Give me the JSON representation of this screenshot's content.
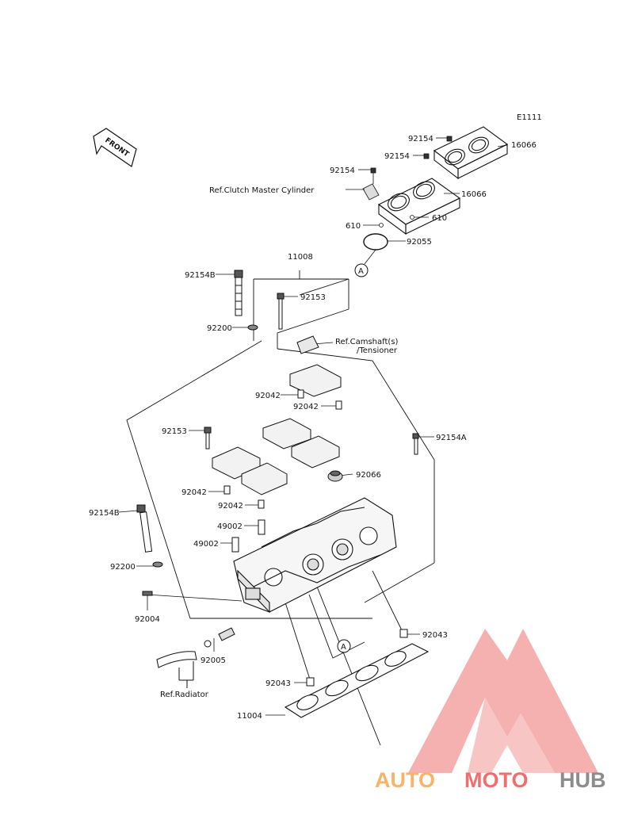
{
  "diagram": {
    "code": "E1111",
    "front_label": "FRONT",
    "circle_marker": "A",
    "labels": {
      "p92154_top": "92154",
      "p92154_mid": "92154",
      "p92154_low": "92154",
      "p16066_top": "16066",
      "p16066_low": "16066",
      "ref_clutch": "Ref.Clutch Master Cylinder",
      "p610_left": "610",
      "p610_right": "610",
      "p92055": "92055",
      "p11008": "11008",
      "p92154B_top": "92154B",
      "p92153_top": "92153",
      "p92200_top": "92200",
      "ref_camshaft_1": "Ref.Camshaft(s)",
      "ref_camshaft_2": "/Tensioner",
      "p92042_a": "92042",
      "p92042_b": "92042",
      "p92153_mid": "92153",
      "p92154A": "92154A",
      "p92066": "92066",
      "p92042_c": "92042",
      "p92042_d": "92042",
      "p92154B_low": "92154B",
      "p49002_a": "49002",
      "p49002_b": "49002",
      "p92200_low": "92200",
      "p92004": "92004",
      "p92005": "92005",
      "p92043_right": "92043",
      "ref_radiator": "Ref.Radiator",
      "p92043_left": "92043",
      "p11004": "11004"
    }
  },
  "watermark": {
    "part1": "AUTO",
    "part2": "MOTO",
    "part3": "HUB",
    "color_orange": "#f6b46b",
    "color_red": "#ef6f6f",
    "color_gray": "#8c8c8c"
  }
}
